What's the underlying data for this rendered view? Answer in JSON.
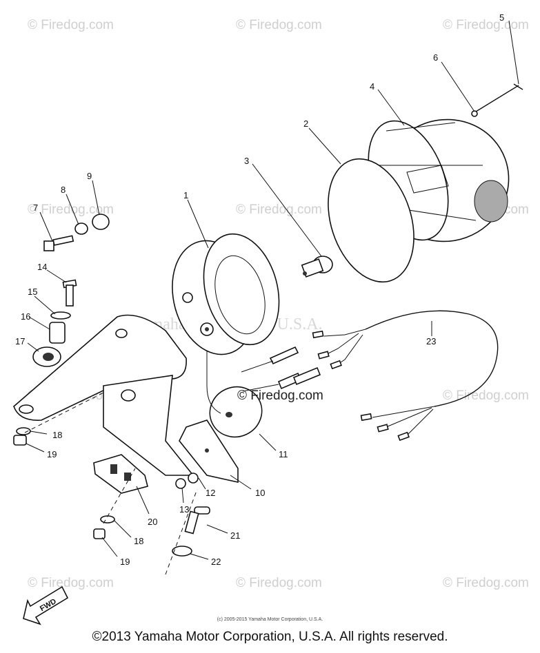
{
  "watermarks": {
    "site": "© Firedog.com",
    "center_text": "Yamaha Motor Corp. U.S.A."
  },
  "labels": {
    "p1": "1",
    "p2": "2",
    "p3": "3",
    "p4": "4",
    "p5": "5",
    "p6": "6",
    "p7": "7",
    "p8": "8",
    "p9": "9",
    "p10": "10",
    "p11": "11",
    "p12": "12",
    "p13": "13",
    "p14": "14",
    "p15": "15",
    "p16": "16",
    "p17": "17",
    "p18a": "18",
    "p18b": "18",
    "p19a": "19",
    "p19b": "19",
    "p20": "20",
    "p21": "21",
    "p22": "22",
    "p23": "23"
  },
  "direction_marker": "FWD",
  "fine_print": "(c) 2005-2015 Yamaha Motor Corporation, U.S.A.",
  "copyright": "©2013 Yamaha Motor Corporation, U.S.A. All rights reserved."
}
